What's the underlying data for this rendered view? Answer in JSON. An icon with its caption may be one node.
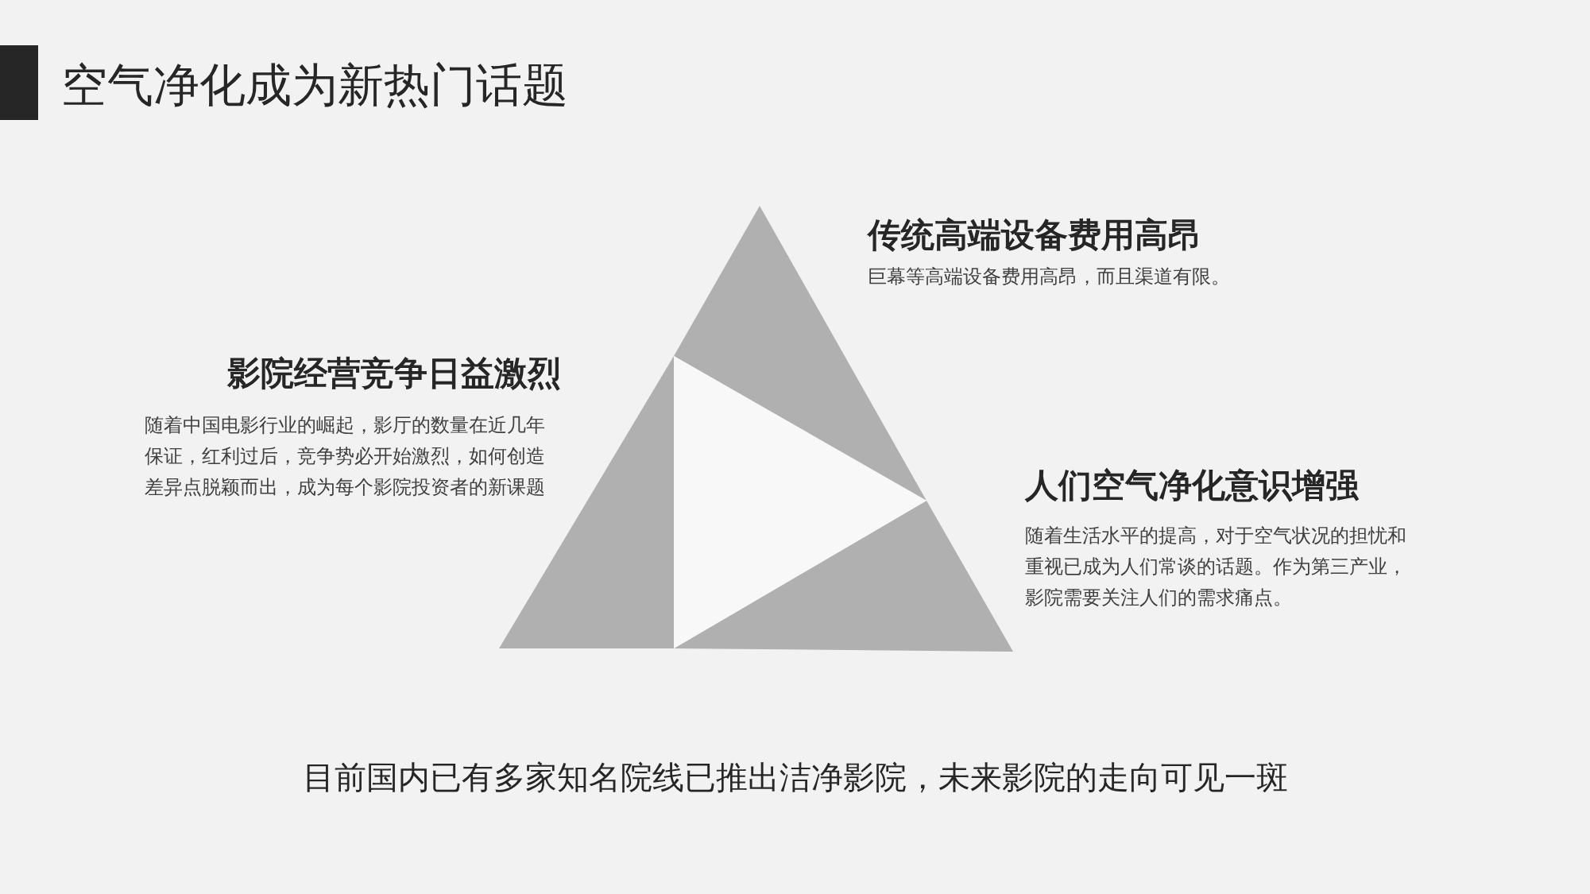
{
  "diagram": {
    "title": "空气净化成为新热门话题",
    "labels": [
      "传统高端设备费用高昂",
      "巨幕等高端设备费用高昂，而且渠道有限。",
      "影院经营竞争日益激烈",
      "随着中国电影行业的崛起，影厅的数量在近几年保证，红利过后，竞争势必开始激烈，如何创造差异点脱颖而出，成为每个影院投资者的新课题",
      "人们空气净化意识增强",
      "随着生活水平的提高，对于空气状况的担忧和重视已成为人们常谈的话题。作为第三产业，影院需要关注人们的需求痛点。",
      "目前国内已有多家知名院线已推出洁净影院，未来影院的走向可见一斑"
    ]
  }
}
